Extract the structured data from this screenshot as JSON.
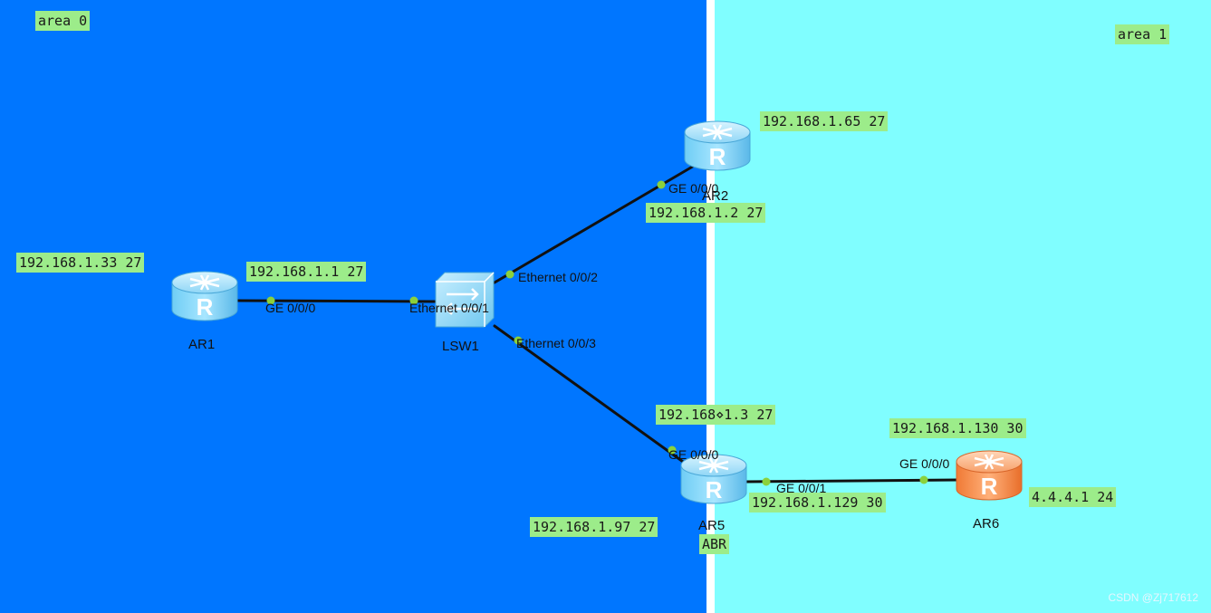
{
  "colors": {
    "area0_bg": "#0076ff",
    "area1_bg": "#80feff",
    "label_bg": "#9cec8a",
    "link": "#111111",
    "port_dot": "#8bd13c",
    "router_blue": "#5cc0ee",
    "router_orange": "#f07e3a"
  },
  "areas": [
    {
      "id": "area0",
      "label": "area 0"
    },
    {
      "id": "area1",
      "label": "area 1"
    }
  ],
  "devices": [
    {
      "id": "AR1",
      "name": "AR1",
      "type": "router",
      "icon": "router-icon",
      "color": "blue"
    },
    {
      "id": "LSW1",
      "name": "LSW1",
      "type": "switch",
      "icon": "switch-icon",
      "color": "blue"
    },
    {
      "id": "AR2",
      "name": "AR2",
      "type": "router",
      "icon": "router-icon",
      "color": "blue"
    },
    {
      "id": "AR5",
      "name": "AR5",
      "type": "router",
      "icon": "router-icon",
      "color": "blue"
    },
    {
      "id": "AR6",
      "name": "AR6",
      "type": "router",
      "icon": "router-icon",
      "color": "orange"
    }
  ],
  "links": [
    {
      "from": "AR1",
      "from_port": "GE 0/0/0",
      "to": "LSW1",
      "to_port": "Ethernet 0/0/1"
    },
    {
      "from": "LSW1",
      "from_port": "Ethernet 0/0/2",
      "to": "AR2",
      "to_port": "GE 0/0/0"
    },
    {
      "from": "LSW1",
      "from_port": "Ethernet 0/0/3",
      "to": "AR5",
      "to_port": "GE 0/0/0"
    },
    {
      "from": "AR5",
      "from_port": "GE 0/0/1",
      "to": "AR6",
      "to_port": "GE 0/0/0"
    }
  ],
  "ip_labels": {
    "ar1_loopback": "192.168.1.33 27",
    "ar1_ge000": "192.168.1.1 27",
    "ar2_loopback": "192.168.1.65 27",
    "ar2_ge000": "192.168.1.2 27",
    "ar5_ge000": "192.168⋄1.3 27",
    "ar5_loopback": "192.168.1.97 27",
    "ar5_ge001": "192.168.1.129 30",
    "ar6_ge000": "192.168.1.130 30",
    "ar6_loopback": "4.4.4.1 24"
  },
  "abr_label": "ABR",
  "watermark": "CSDN @Zj717612"
}
